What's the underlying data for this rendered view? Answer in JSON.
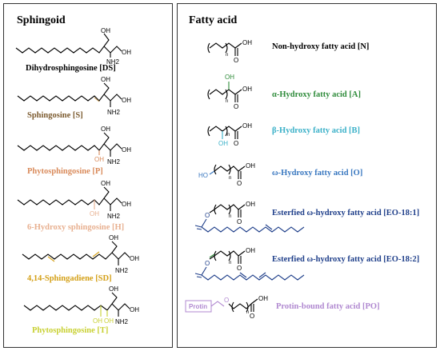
{
  "left": {
    "title": "Sphingoid",
    "items": [
      {
        "label": "Dihydrosphingosine [DS]",
        "color": "#000000"
      },
      {
        "label": "Sphingosine [S]",
        "color": "#7b5a2e"
      },
      {
        "label": "Phytosphingosine [P]",
        "color": "#d98a5a"
      },
      {
        "label": "6-Hydroxy sphingosine [H]",
        "color": "#e8b090"
      },
      {
        "label": "4,14-Sphingadiene [SD]",
        "color": "#d4a017"
      },
      {
        "label": "Phytosphingosine [T]",
        "color": "#c8d030"
      }
    ]
  },
  "right": {
    "title": "Fatty acid",
    "items": [
      {
        "label": "Non-hydroxy fatty acid [N]",
        "color": "#000000"
      },
      {
        "label": "α-Hydroxy fatty acid [A]",
        "color": "#2e8b3a"
      },
      {
        "label": "β-Hydroxy fatty acid [B]",
        "color": "#3ab0c8"
      },
      {
        "label": "ω-Hydroxy fatty acid [O]",
        "color": "#3a78c0"
      },
      {
        "label": "Esterfied ω-hydroxy fatty acid [EO-18:1]",
        "color": "#1f3f8a"
      },
      {
        "label": "Esterfied ω-hydroxy fatty acid [EO-18:2]",
        "color": "#1f3f8a"
      },
      {
        "label": "Protin-bound fatty acid [PO]",
        "color": "#b088d0"
      }
    ],
    "protin_box": "Protin"
  },
  "chem": {
    "oh": "OH",
    "nh2": "NH2",
    "ho": "HO",
    "o": "O",
    "n": "n"
  }
}
